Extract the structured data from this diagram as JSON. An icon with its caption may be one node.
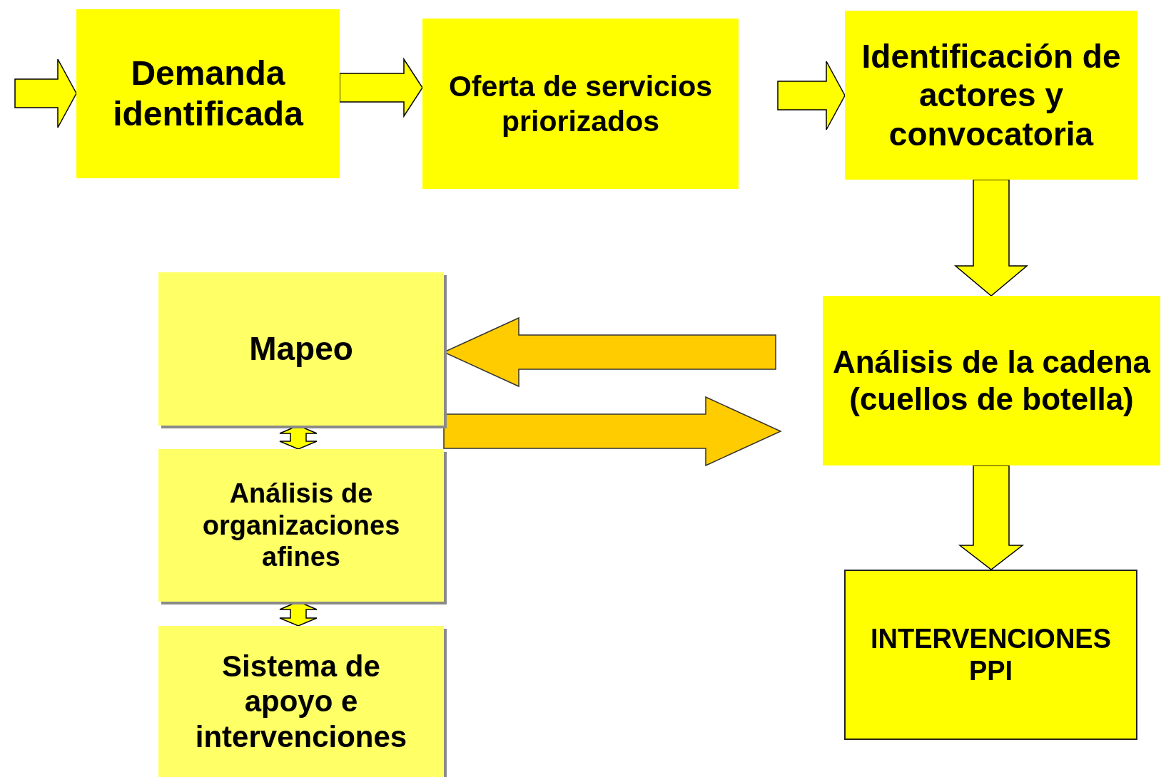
{
  "diagram": {
    "nodes": [
      {
        "text": [
          "Demanda identificada"
        ]
      },
      {
        "text": [
          "Oferta de servicios priorizados"
        ]
      },
      {
        "text": [
          "Identificación de actores y convocatoria"
        ]
      },
      {
        "text": [
          "Análisis de la cadena (cuellos de botella)"
        ]
      },
      {
        "text": [
          "INTERVENCIONES PPI"
        ]
      },
      {
        "text": [
          "Mapeo"
        ]
      },
      {
        "text": [
          "Análisis de organizaciones afines"
        ]
      },
      {
        "text": [
          "Sistema de apoyo e intervenciones"
        ]
      }
    ],
    "edges": [
      {
        "from": null,
        "to": 0,
        "arrow": "to"
      },
      {
        "from": 0,
        "to": 1,
        "arrow": "to"
      },
      {
        "from": 1,
        "to": 2,
        "arrow": "to"
      },
      {
        "from": 2,
        "to": 3,
        "arrow": "to"
      },
      {
        "from": 3,
        "to": 5,
        "arrow": "to",
        "color": "#ffcc00"
      },
      {
        "from": 5,
        "to": 3,
        "arrow": "to",
        "color": "#ffcc00"
      },
      {
        "from": 3,
        "to": 4,
        "arrow": "to"
      },
      {
        "from": 5,
        "to": 6,
        "arrow": "both"
      },
      {
        "from": 6,
        "to": 7,
        "arrow": "both"
      }
    ]
  }
}
